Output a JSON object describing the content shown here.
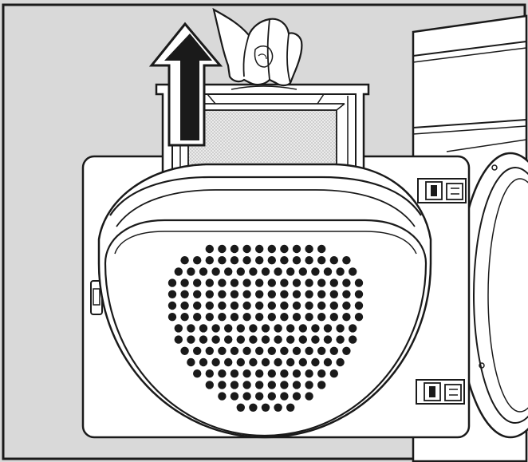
{
  "figure": {
    "description_kind": "line-art instruction illustration",
    "colors": {
      "background": "#d9d9d9",
      "panel": "#ffffff",
      "line": "#1a1a1a",
      "filter_mesh": "#e4e4e4",
      "arrow": "#1a1a1a"
    },
    "icons": {
      "direction": "arrow-up-icon",
      "hand": "hand-icon",
      "hinge": "hinge-icon",
      "latch": "latch-icon"
    },
    "grille": {
      "rows": [
        10,
        14,
        15,
        16,
        16,
        16,
        16,
        15,
        15,
        14,
        13,
        12,
        10,
        8,
        5
      ],
      "hole_radius": 5.2
    }
  }
}
